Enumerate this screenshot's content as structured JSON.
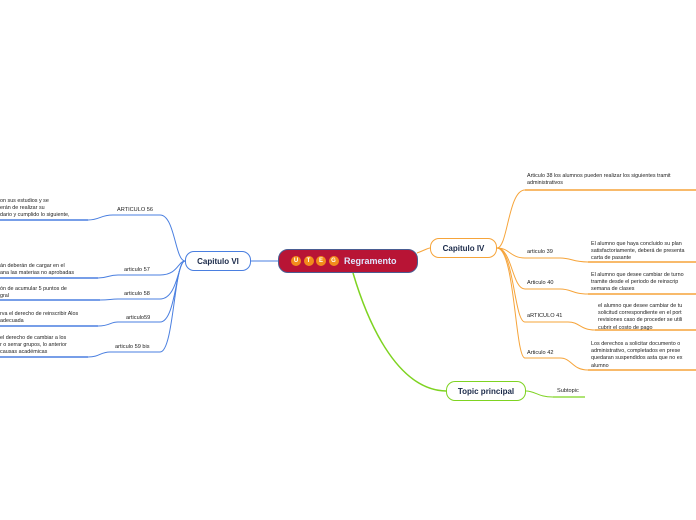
{
  "central": {
    "badges": [
      "U",
      "T",
      "E",
      "G"
    ],
    "title": "Regramento"
  },
  "topics": {
    "cap6": "Capitulo VI",
    "cap4": "Capitulo IV",
    "principal": "Topic principal",
    "subtopic": "Subtopic"
  },
  "cap6_items": [
    {
      "label": "ARTICULO 56",
      "lines": [
        "on sus estudios y se",
        "erán de realizar su",
        "dario y cumplido lo siguiente,"
      ]
    },
    {
      "label": "articulo 57",
      "lines": [
        "án deberán de cargar en el",
        "ana las materias no aprobadas"
      ]
    },
    {
      "label": "articulo 58",
      "lines": [
        "ón de acumular 5 puntos de",
        "gral"
      ]
    },
    {
      "label": "articulo59",
      "lines": [
        "rva el derecho de reinscribir Alos",
        "adecuada"
      ]
    },
    {
      "label": "articulo 59 bis",
      "lines": [
        "el derecho de cambiar a los",
        "r o serrar grupos, lo anterior",
        "causas académicas"
      ]
    }
  ],
  "cap4_items": [
    {
      "label": "",
      "lines": [
        "Articulo 38 los alumnos pueden realizar los siguientes tramit",
        "administrativos"
      ]
    },
    {
      "label": "articulo 39",
      "lines": [
        "El alumno que haya concluido su plan",
        "satisfactoriamente, deberá de presenta",
        "carta de pasante"
      ]
    },
    {
      "label": "Articulo 40",
      "lines": [
        "El alumno que desee cambiar de turno",
        "tramite desde el periodo de reinscrip",
        "semana de clases"
      ]
    },
    {
      "label": "aRTICULO 41",
      "lines": [
        "el alumno que desee cambiar de tu",
        "solicitud correspondiente en el port",
        "revisiones caso de proceder se utili",
        "cubrir el costo de pago"
      ]
    },
    {
      "label": "Articulo 42",
      "lines": [
        "Los derechos a solicitar documento o",
        "administrativo, completados en prese",
        "quedaran suspendidos asta que no ex",
        "alumno"
      ]
    }
  ],
  "colors": {
    "blue": "#4a7fe0",
    "orange": "#f6a43a",
    "green": "#7ed321",
    "root_fill": "#b81435"
  }
}
